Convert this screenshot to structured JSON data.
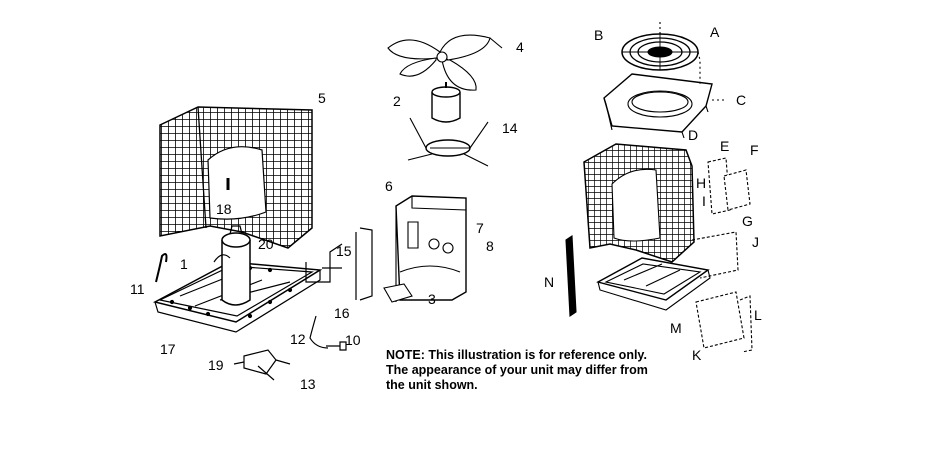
{
  "note": {
    "line1": "NOTE: This illustration is for  reference only.",
    "line2": "The appearance of your unit may differ from",
    "line3": "the unit shown."
  },
  "callouts": {
    "n1": "1",
    "n2": "2",
    "n3": "3",
    "n4": "4",
    "n5": "5",
    "n6": "6",
    "n7": "7",
    "n8": "8",
    "n10": "10",
    "n11": "11",
    "n12": "12",
    "n13": "13",
    "n14": "14",
    "n15": "15",
    "n16": "16",
    "n17": "17",
    "n18": "18",
    "n19": "19",
    "n20": "20",
    "A": "A",
    "B": "B",
    "C": "C",
    "D": "D",
    "E": "E",
    "F": "F",
    "G": "G",
    "H": "H",
    "I": "I",
    "J": "J",
    "K": "K",
    "L": "L",
    "M": "M",
    "N": "N"
  }
}
